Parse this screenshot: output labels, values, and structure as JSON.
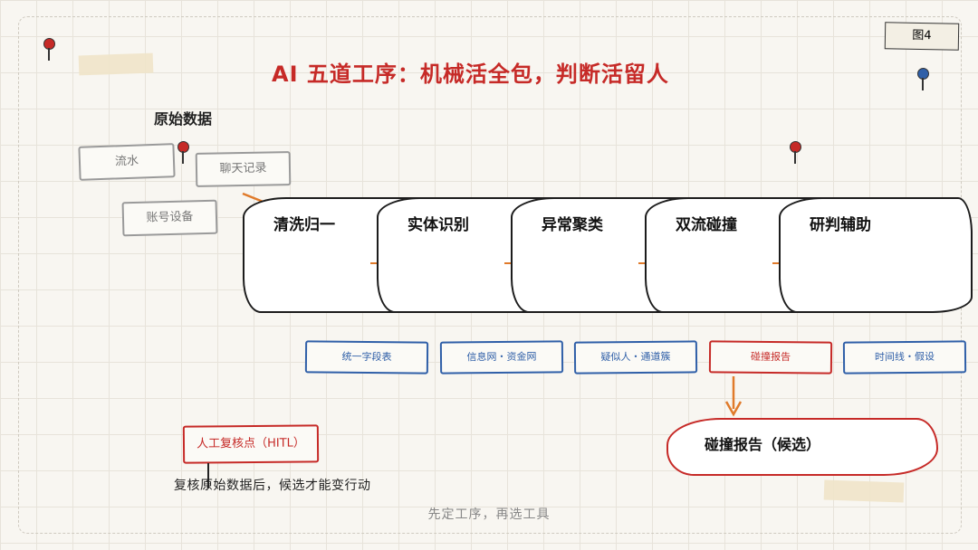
{
  "figure_label": "图4",
  "title": "AI 五道工序：机械活全包，判断活留人",
  "raw_data": {
    "label": "原始数据",
    "sources": [
      "流水",
      "聊天记录",
      "账号设备"
    ]
  },
  "stages": [
    {
      "name": "清洗归一",
      "output": "统一字段表"
    },
    {
      "name": "实体识别",
      "output": "信息网・资金网"
    },
    {
      "name": "异常聚类",
      "output": "疑似人・通道簇"
    },
    {
      "name": "双流碰撞",
      "output": "碰撞报告"
    },
    {
      "name": "研判辅助",
      "output": "时间线・假设"
    }
  ],
  "result": "碰撞报告（候选）",
  "hitl": {
    "label": "人工复核点（HITL）",
    "note": "复核原始数据后，候选才能变行动"
  },
  "footer": "先定工序，再选工具",
  "colors": {
    "accent_red": "#c62a27",
    "accent_blue": "#2f5fa8",
    "arrow_orange": "#e07a2a",
    "pin_blue": "#2f5fa8"
  }
}
